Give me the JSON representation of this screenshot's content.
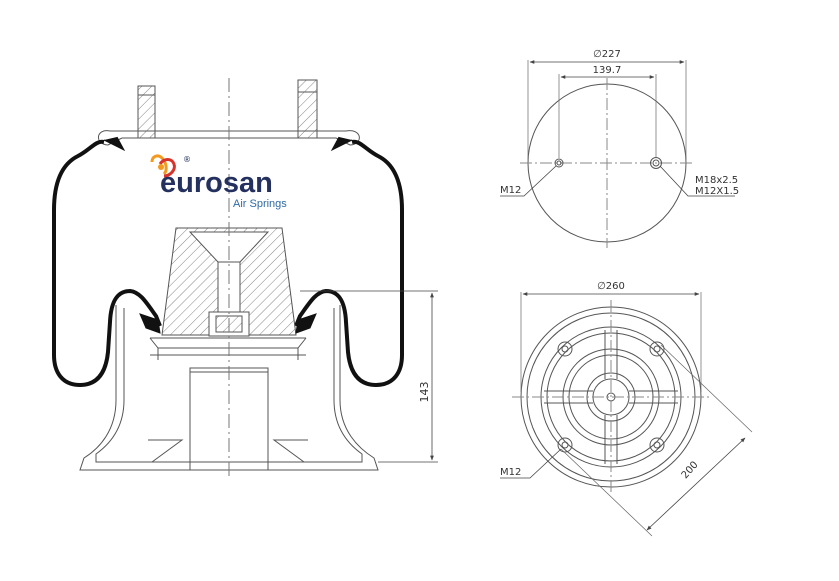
{
  "brand": {
    "name": "eurosan",
    "subtitle": "Air Springs",
    "registered_mark": "®",
    "colors": {
      "name": "#24305e",
      "subtitle": "#2f6aa8",
      "mark_orange": "#f39a1e",
      "mark_red": "#d8332a"
    }
  },
  "side_view": {
    "height_dimension": "143"
  },
  "top_plate": {
    "diameter": "∅227",
    "stud_spacing": "139.7",
    "left_stud_thread": "M12",
    "right_stud_thread_1": "M18x2.5",
    "right_stud_thread_2": "M12X1.5"
  },
  "bottom_piston": {
    "diameter": "∅260",
    "bolt_circle": "200",
    "bolt_thread": "M12"
  },
  "colors": {
    "line": "#555555",
    "bellow": "#111111",
    "dim": "#444444"
  }
}
